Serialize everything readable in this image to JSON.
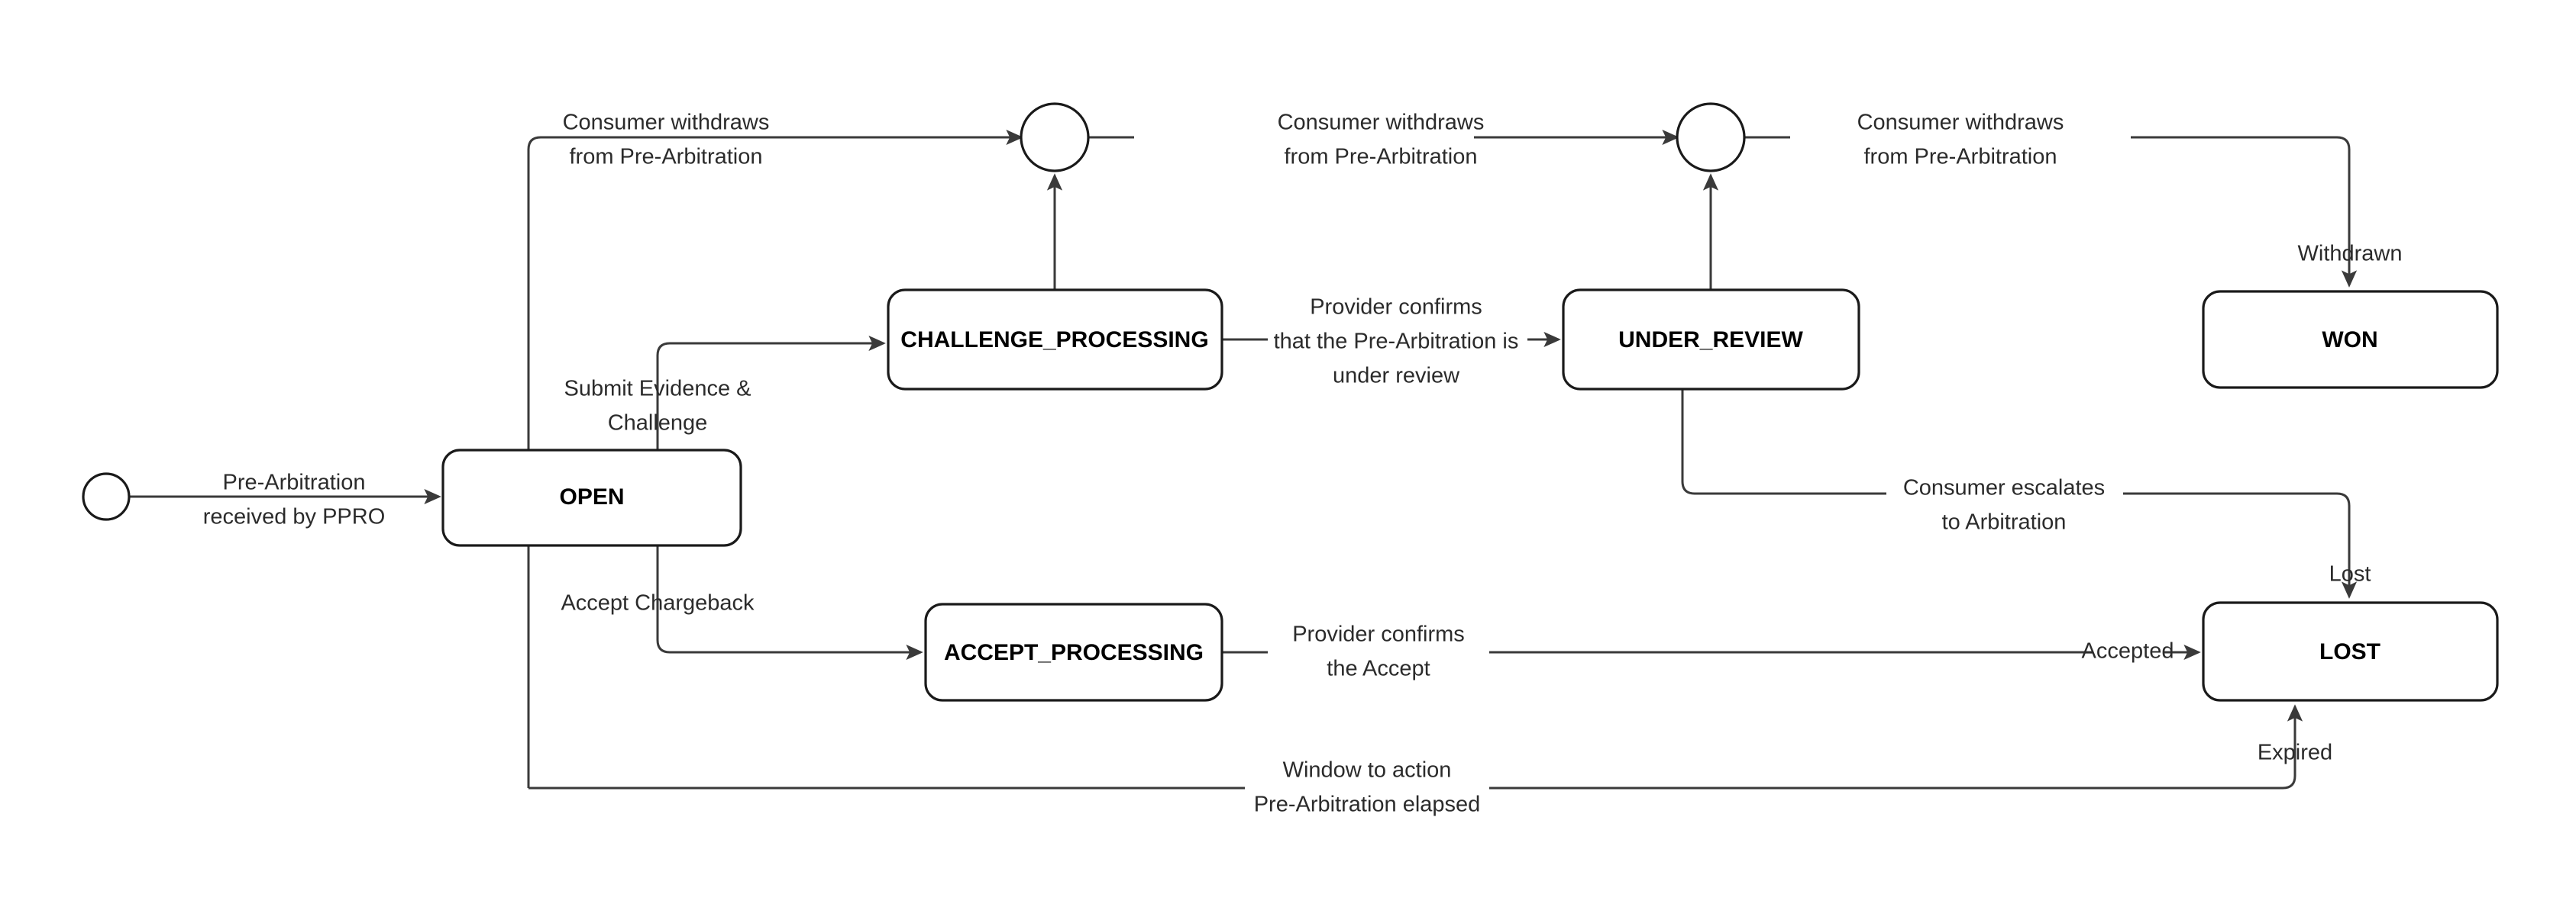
{
  "diagram": {
    "title": "Pre-Arbitration dispute state machine",
    "type": "state-diagram",
    "background_color": "#ffffff",
    "stroke_color": "#1a1a1a",
    "edge_color": "#3a3a3a",
    "text_color": "#2b2b2b",
    "states": [
      {
        "id": "start",
        "shape": "circle",
        "label": ""
      },
      {
        "id": "open",
        "shape": "rounded-rect",
        "label": "OPEN"
      },
      {
        "id": "challenge_processing",
        "shape": "rounded-rect",
        "label": "CHALLENGE_PROCESSING"
      },
      {
        "id": "under_review",
        "shape": "rounded-rect",
        "label": "UNDER_REVIEW"
      },
      {
        "id": "accept_processing",
        "shape": "rounded-rect",
        "label": "ACCEPT_PROCESSING"
      },
      {
        "id": "won",
        "shape": "rounded-rect",
        "label": "WON"
      },
      {
        "id": "lost",
        "shape": "rounded-rect",
        "label": "LOST"
      },
      {
        "id": "junction_1",
        "shape": "circle",
        "label": ""
      },
      {
        "id": "junction_2",
        "shape": "circle",
        "label": ""
      }
    ],
    "transitions": [
      {
        "id": "t1",
        "from": "start",
        "to": "open",
        "label_lines": [
          "Pre-Arbitration",
          "received by PPRO"
        ]
      },
      {
        "id": "t2",
        "from": "open",
        "to": "junction_1",
        "label_lines": [
          "Consumer withdraws",
          "from Pre-Arbitration"
        ]
      },
      {
        "id": "t3",
        "from": "open",
        "to": "challenge_processing",
        "label_lines": [
          "Submit Evidence &",
          "Challenge"
        ]
      },
      {
        "id": "t4",
        "from": "open",
        "to": "accept_processing",
        "label_lines": [
          "Accept Chargeback"
        ]
      },
      {
        "id": "t5",
        "from": "challenge_processing",
        "to": "junction_1",
        "label_lines": []
      },
      {
        "id": "t6",
        "from": "challenge_processing",
        "to": "under_review",
        "label_lines": [
          "Provider confirms",
          "that the Pre-Arbitration is",
          "under review"
        ]
      },
      {
        "id": "t7",
        "from": "junction_1",
        "to": "junction_2",
        "label_lines": [
          "Consumer withdraws",
          "from Pre-Arbitration"
        ]
      },
      {
        "id": "t8",
        "from": "under_review",
        "to": "junction_2",
        "label_lines": []
      },
      {
        "id": "t9",
        "from": "junction_2",
        "to": "won",
        "label_lines": [
          "Consumer withdraws",
          "from Pre-Arbitration"
        ],
        "terminal_label": "Withdrawn"
      },
      {
        "id": "t10",
        "from": "under_review",
        "to": "lost",
        "label_lines": [
          "Consumer escalates",
          "to Arbitration"
        ],
        "terminal_label": "Lost"
      },
      {
        "id": "t11",
        "from": "accept_processing",
        "to": "lost",
        "label_lines": [
          "Provider confirms",
          "the Accept"
        ],
        "terminal_label": "Accepted"
      },
      {
        "id": "t12",
        "from": "open",
        "to": "lost",
        "label_lines": [
          "Window to action",
          "Pre-Arbitration elapsed"
        ],
        "terminal_label": "Expired"
      }
    ],
    "labels": {
      "pre_arbitration_received_l1": "Pre-Arbitration",
      "pre_arbitration_received_l2": "received by PPRO",
      "consumer_withdraws_1_l1": "Consumer withdraws",
      "consumer_withdraws_1_l2": "from Pre-Arbitration",
      "consumer_withdraws_2_l1": "Consumer withdraws",
      "consumer_withdraws_2_l2": "from Pre-Arbitration",
      "consumer_withdraws_3_l1": "Consumer withdraws",
      "consumer_withdraws_3_l2": "from Pre-Arbitration",
      "submit_evidence_l1": "Submit Evidence &",
      "submit_evidence_l2": "Challenge",
      "accept_chargeback": "Accept Chargeback",
      "provider_confirms_review_l1": "Provider confirms",
      "provider_confirms_review_l2": "that the Pre-Arbitration is",
      "provider_confirms_review_l3": "under review",
      "provider_confirms_accept_l1": "Provider confirms",
      "provider_confirms_accept_l2": "the Accept",
      "consumer_escalates_l1": "Consumer escalates",
      "consumer_escalates_l2": "to Arbitration",
      "window_elapsed_l1": "Window to action",
      "window_elapsed_l2": "Pre-Arbitration elapsed",
      "withdrawn": "Withdrawn",
      "lost": "Lost",
      "accepted": "Accepted",
      "expired": "Expired"
    },
    "state_labels": {
      "open": "OPEN",
      "challenge_processing": "CHALLENGE_PROCESSING",
      "under_review": "UNDER_REVIEW",
      "accept_processing": "ACCEPT_PROCESSING",
      "won": "WON",
      "lost": "LOST"
    }
  }
}
